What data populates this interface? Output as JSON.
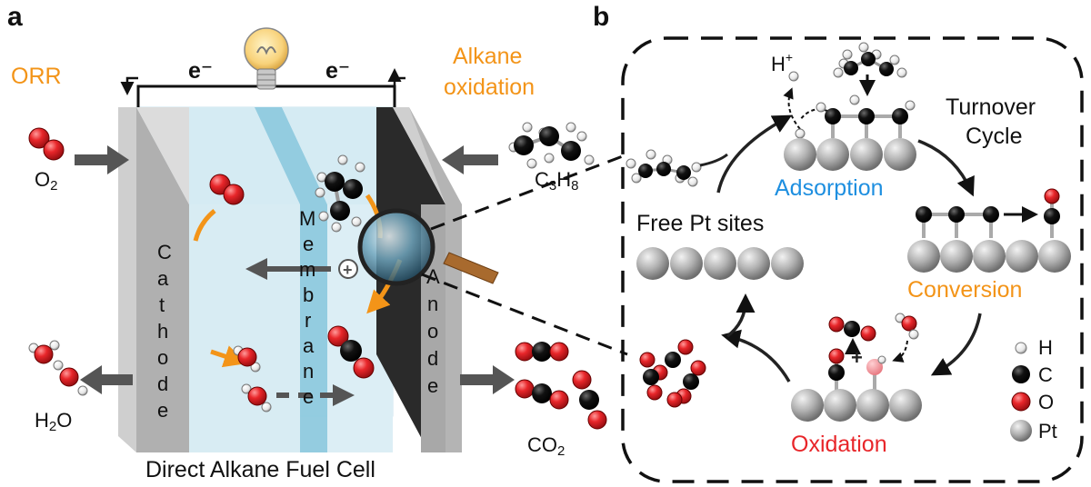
{
  "panel_a": {
    "letter": "a",
    "orr": "ORR",
    "electron_left": "e⁻",
    "electron_right": "e⁻",
    "alkane_oxidation_line1": "Alkane",
    "alkane_oxidation_line2": "oxidation",
    "o2_label": "O",
    "o2_sub": "2",
    "c3h8_label_c": "C",
    "c3h8_sub_3": "3",
    "c3h8_label_h": "H",
    "c3h8_sub_8": "8",
    "h2o_label_h": "H",
    "h2o_sub": "2",
    "h2o_label_o": "O",
    "co2_label": "CO",
    "co2_sub": "2",
    "cathode_letters": [
      "C",
      "a",
      "t",
      "h",
      "o",
      "d",
      "e"
    ],
    "membrane_letters": [
      "M",
      "e",
      "m",
      "b",
      "r",
      "a",
      "n",
      "e"
    ],
    "anode_letters": [
      "A",
      "n",
      "o",
      "d",
      "e"
    ],
    "caption": "Direct Alkane Fuel Cell",
    "proton_symbol": "+"
  },
  "panel_b": {
    "letter": "b",
    "proton_label": "H",
    "proton_sup": "+",
    "turnover_line1": "Turnover",
    "turnover_line2": "Cycle",
    "free_pt_sites": "Free Pt sites",
    "adsorption": "Adsorption",
    "conversion": "Conversion",
    "oxidation": "Oxidation",
    "plus": "+",
    "legend": [
      {
        "symbol": "H",
        "color": "#ffffff"
      },
      {
        "symbol": "C",
        "color": "#000000"
      },
      {
        "symbol": "O",
        "color": "#e8262a"
      },
      {
        "symbol": "Pt",
        "color": "#a8a8a8"
      }
    ]
  },
  "colors": {
    "orange": "#f39418",
    "blue": "#1e8fe0",
    "red": "#e8262a",
    "arrow_gray": "#555555",
    "electrode_gray": "#b4b4b4",
    "cell_light_blue": "#d8ecf3",
    "membrane_blue": "#8ec9de"
  },
  "icons": [
    "light-bulb-icon",
    "magnifying-glass-icon"
  ]
}
